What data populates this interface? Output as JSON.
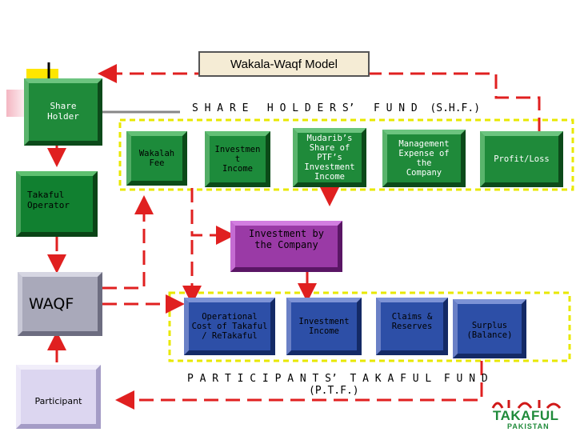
{
  "title": "Wakala-Waqf Model",
  "shareholders_fund": "S H A R E   H O L D E R S’   F U N D  (S.H.F.)",
  "participants_fund_line1": "P A R T I C I P A N T S’  T A K A F U L  F U N D",
  "participants_fund_line2": "(P.T.F.)",
  "boxes": {
    "share_holder": "Share\nHolder",
    "takaful_operator": "Takaful\nOperator",
    "waqf": "WAQF",
    "participant": "Participant",
    "wakalah_fee": "Wakalah\nFee",
    "investment_income_shf": "Investmen\nt\nIncome",
    "mudarib_share": "Mudarib’s\nShare of PTF’s\nInvestment\nIncome",
    "management_expense": "Management\nExpense of\nthe\nCompany",
    "profit_loss": "Profit/Loss",
    "investment_by_company": "Investment by\nthe Company",
    "operational_cost": "Operational\nCost of Takaful\n/ ReTakaful",
    "investment_income_ptf": "Investment\nIncome",
    "claims_reserves": "Claims &\nReserves",
    "surplus_balance": "Surplus\n(Balance)"
  },
  "logo": {
    "word": "TAKAFUL",
    "sub": "PAKISTAN",
    "colors": {
      "green": "#1f8a3a",
      "red": "#d01818"
    }
  },
  "colors": {
    "arrow": "#e02020",
    "dashed_border": "#e8e800",
    "green_box": "#1f8a3a",
    "blue_box": "#2d4fa7",
    "purple_box": "#9a3aa6"
  }
}
